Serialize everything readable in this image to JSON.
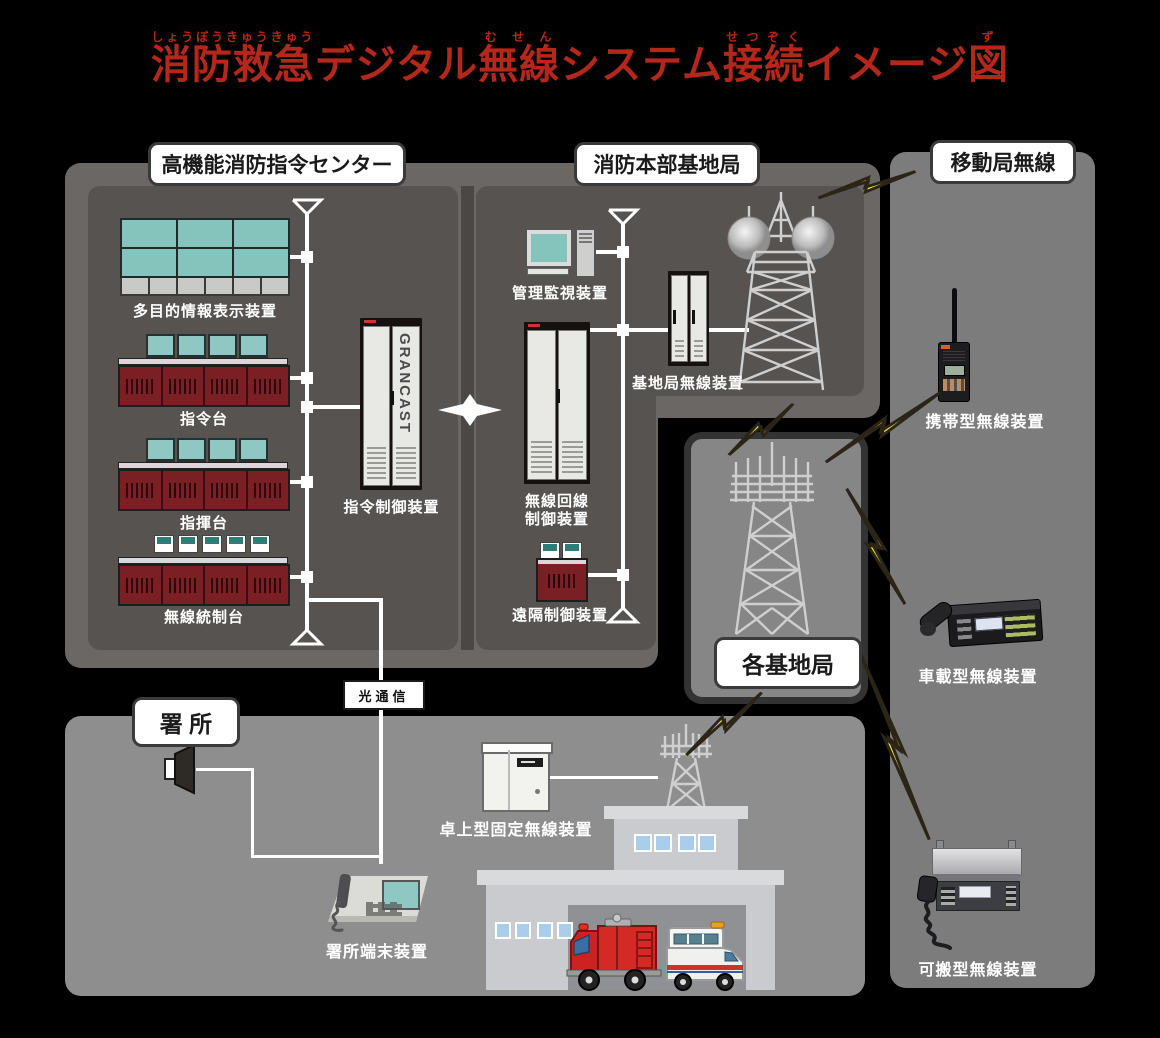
{
  "title": {
    "color": "#b5271b",
    "segments": [
      {
        "base": "消防救急",
        "ruby": "しょうぼうきゅうきゅう"
      },
      {
        "base": "デジタル",
        "ruby": ""
      },
      {
        "base": "無線",
        "ruby": "むせん"
      },
      {
        "base": "システム",
        "ruby": ""
      },
      {
        "base": "接続",
        "ruby": "せつぞく"
      },
      {
        "base": "イメージ",
        "ruby": ""
      },
      {
        "base": "図",
        "ruby": "ず"
      }
    ]
  },
  "sections": {
    "command_center": "高機能消防指令センター",
    "hq_base_station": "消防本部基地局",
    "mobile_station": "移動局無線",
    "each_base_station": "各基地局",
    "fire_station": "署 所"
  },
  "devices": {
    "display_wall": "多目的情報表示装置",
    "command_console": "指令台",
    "director_console": "指揮台",
    "radio_control_console": "無線統制台",
    "command_control_unit": "指令制御装置",
    "cabinet_brand": "GRANCAST",
    "admin_monitor": "管理監視装置",
    "radio_line_control_line1": "無線回線",
    "radio_line_control_line2": "制御装置",
    "base_station_radio": "基地局無線装置",
    "remote_control_unit": "遠隔制御装置",
    "optical_link": "光通信",
    "station_terminal": "署所端末装置",
    "desktop_fixed_radio": "卓上型固定無線装置",
    "handheld_radio": "携帯型無線装置",
    "vehicle_radio": "車載型無線装置",
    "portable_radio": "可搬型無線装置"
  },
  "colors": {
    "title_red": "#b5271b",
    "bolt_yellow": "#f2e93c",
    "screen_teal": "#8fc8c2",
    "console_red": "#7a1f24",
    "panel_outer": "#6b6764",
    "panel_inner": "#575350",
    "panel_right": "#7c7c7c",
    "panel_bottom": "#8e8e8e",
    "line_white": "#ffffff"
  }
}
